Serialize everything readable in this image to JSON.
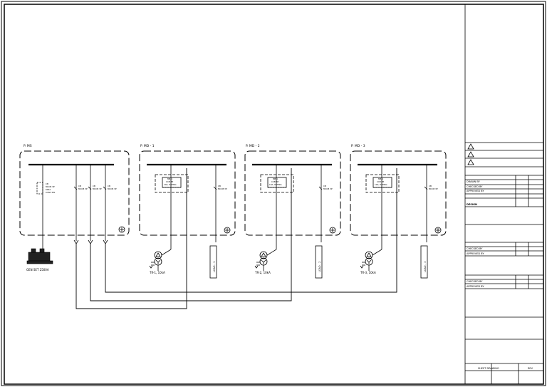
{
  "panels": [
    {
      "label": "P. MS"
    },
    {
      "label": "P. MD - 1"
    },
    {
      "label": "P. MD - 2"
    },
    {
      "label": "P. MD - 3"
    }
  ],
  "ms_breakers": [
    {
      "l1": "CB",
      "l2": "MCCB 3P",
      "l3": "600A",
      "l4": "LOAD SW"
    },
    {
      "l1": "CB",
      "l2": "MCCB 3P"
    },
    {
      "l1": "CB",
      "l2": "MCCB 3P"
    },
    {
      "l1": "CB",
      "l2": "MCCB 3P"
    }
  ],
  "md_main_breaker": {
    "l1": "MB-1",
    "l2": "CCB 3P",
    "l3": "10A, RATING"
  },
  "md_feeder_breaker": {
    "l1": "CB",
    "l2": "MCCB 3P"
  },
  "generator_label": "GEN SET 2500A",
  "transformers": [
    {
      "label": "TR-1, 10kA"
    },
    {
      "label": "TR-2, 10kA"
    },
    {
      "label": "TR-3, 10kA"
    }
  ],
  "loads": [
    {
      "label": "LOAD - 1"
    },
    {
      "label": "LOAD - 2"
    },
    {
      "label": "LOAD - 3"
    }
  ],
  "title_block": {
    "drawn_by": "DRAWN BY",
    "checked_by": "CHECKED BY",
    "approved_by": "APPROVED BY",
    "design": "DESIGN",
    "checked_by_2": "CHECKED BY",
    "approved_by_2": "APPROVED BY",
    "checked_by_3": "CHECKED BY",
    "approved_by_3": "APPROVED BY",
    "sheet_title": "SHEET DRAWING",
    "sheet_no": "REV"
  }
}
